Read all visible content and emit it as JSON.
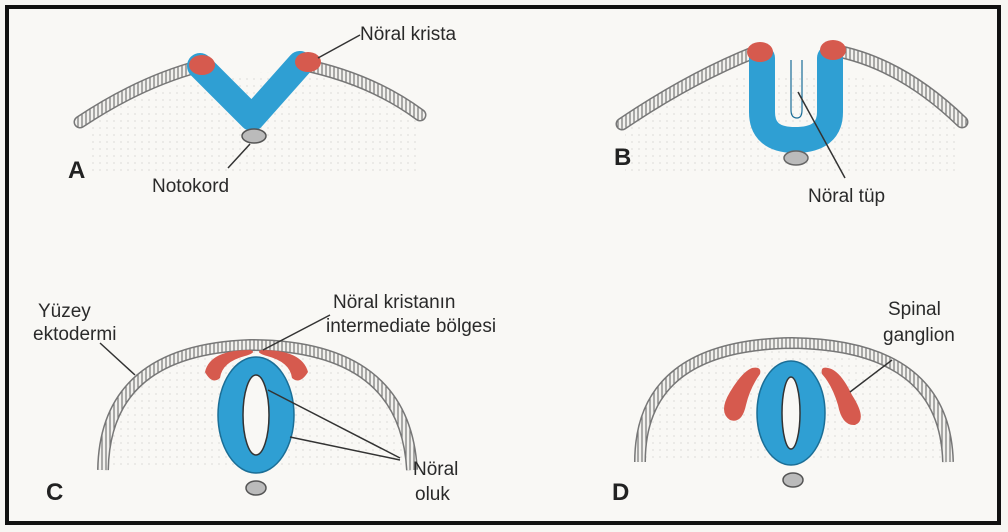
{
  "panels": {
    "a": {
      "letter": "A",
      "labels": {
        "crest": "Nöral krista",
        "notochord": "Notokord"
      }
    },
    "b": {
      "letter": "B",
      "labels": {
        "tube": "Nöral tüp"
      }
    },
    "c": {
      "letter": "C",
      "labels": {
        "ectoderm_line1": "Yüzey",
        "ectoderm_line2": "ektodermi",
        "crest_line1": "Nöral kristanın",
        "crest_line2": "intermediate bölgesi",
        "groove_line1": "Nöral",
        "groove_line2": "oluk"
      }
    },
    "d": {
      "letter": "D",
      "labels": {
        "ganglion_line1": "Spinal",
        "ganglion_line2": "ganglion"
      }
    }
  },
  "colors": {
    "neural_tissue": "#2f9fd3",
    "neural_crest": "#d65a4e",
    "ectoderm": "#8f8f8f",
    "frame": "#111111"
  }
}
